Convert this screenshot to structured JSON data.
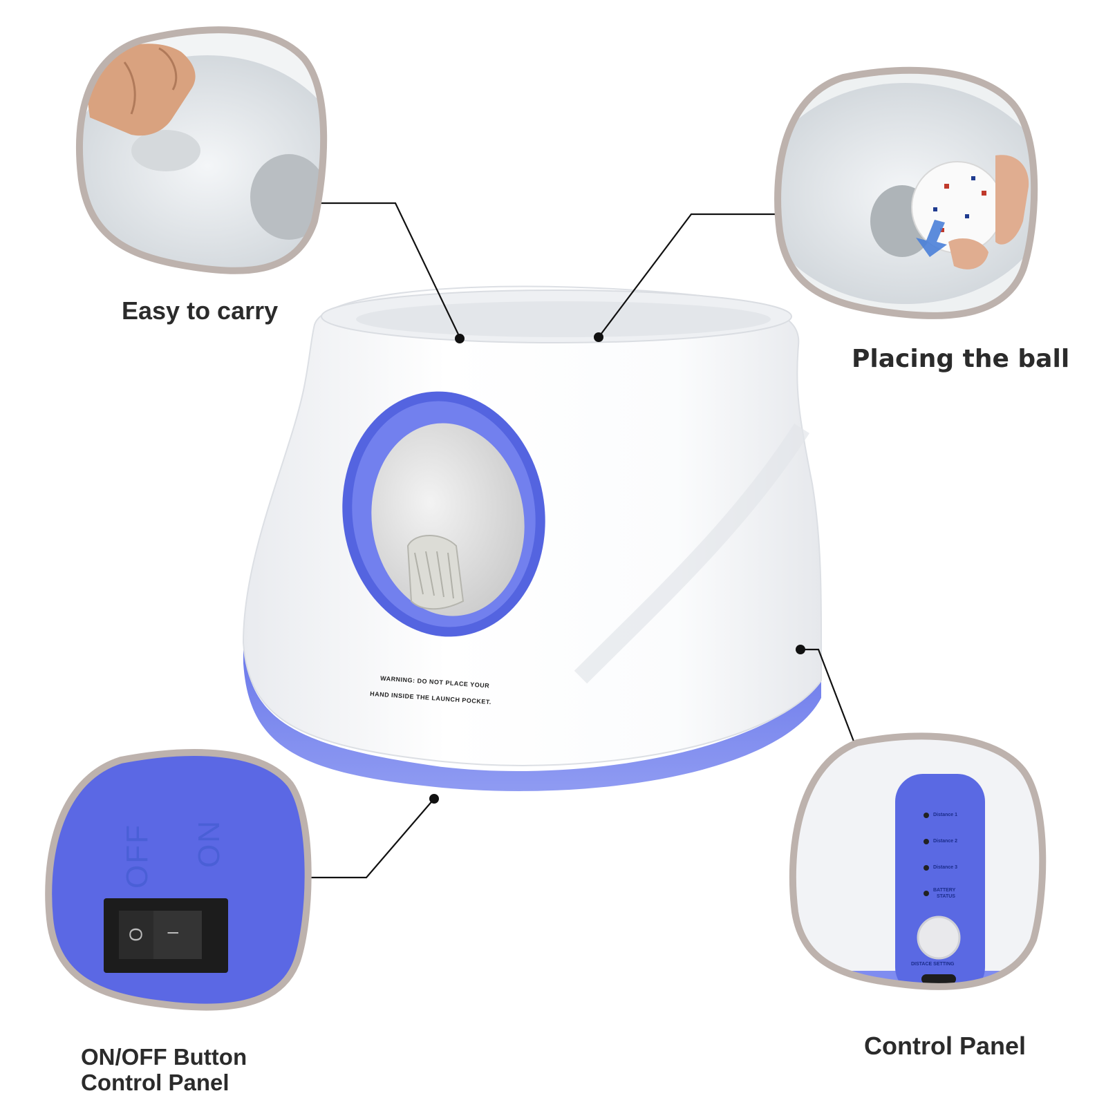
{
  "captions": {
    "easy_to_carry": "Easy to carry",
    "placing_the_ball": "Placing the ball",
    "onoff_line1": "ON/OFF Button",
    "onoff_line2": "Control Panel",
    "control_panel": "Control Panel"
  },
  "device": {
    "warning_line1": "WARNING: DO NOT PLACE YOUR",
    "warning_line2": "HAND INSIDE THE LAUNCH POCKET."
  },
  "switch_panel": {
    "off_label": "OFF",
    "on_label": "ON",
    "off_symbol": "O",
    "on_symbol": "I"
  },
  "control_strip": {
    "led1": "Distance 1",
    "led2": "Distance 2",
    "led3": "Distance 3",
    "battery_line1": "BATTERY",
    "battery_line2": "STATUS",
    "setting_label": "DISTACE SETTING"
  },
  "colors": {
    "accent_blue": "#5a6ae6",
    "frame_gray": "#bdb2ad",
    "body_white": "#f7f8fa"
  }
}
